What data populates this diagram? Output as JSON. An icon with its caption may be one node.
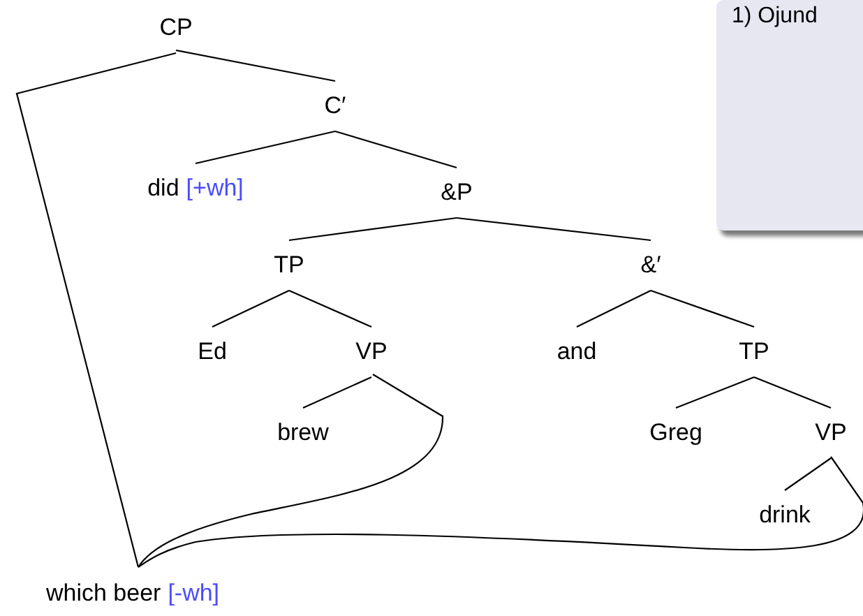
{
  "diagram": {
    "nodes": [
      {
        "text": [
          "CP"
        ]
      },
      {
        "text": [
          "C′"
        ]
      },
      {
        "text": [
          "did",
          "[+wh]"
        ]
      },
      {
        "text": [
          "&P"
        ]
      },
      {
        "text": [
          "TP"
        ]
      },
      {
        "text": [
          "&′"
        ]
      },
      {
        "text": [
          "Ed"
        ]
      },
      {
        "text": [
          "VP"
        ]
      },
      {
        "text": [
          "and"
        ]
      },
      {
        "text": [
          "TP"
        ]
      },
      {
        "text": [
          "brew"
        ]
      },
      {
        "text": [
          "Greg"
        ]
      },
      {
        "text": [
          "VP"
        ]
      },
      {
        "text": [
          "drink"
        ]
      },
      {
        "text": [
          "which beer",
          "[-wh]"
        ]
      },
      {
        "text": [
          "1) Ojund"
        ]
      }
    ],
    "edges": [
      {
        "from": 0,
        "to": 14,
        "arrow": "none"
      },
      {
        "from": 0,
        "to": 1,
        "arrow": "none"
      },
      {
        "from": 1,
        "to": 2,
        "arrow": "none"
      },
      {
        "from": 1,
        "to": 3,
        "arrow": "none"
      },
      {
        "from": 3,
        "to": 4,
        "arrow": "none"
      },
      {
        "from": 3,
        "to": 5,
        "arrow": "none"
      },
      {
        "from": 4,
        "to": 6,
        "arrow": "none"
      },
      {
        "from": 4,
        "to": 7,
        "arrow": "none"
      },
      {
        "from": 5,
        "to": 8,
        "arrow": "none"
      },
      {
        "from": 5,
        "to": 9,
        "arrow": "none"
      },
      {
        "from": 7,
        "to": 10,
        "arrow": "none"
      },
      {
        "from": 7,
        "to": 14,
        "arrow": "none"
      },
      {
        "from": 9,
        "to": 11,
        "arrow": "none"
      },
      {
        "from": 9,
        "to": 12,
        "arrow": "none"
      },
      {
        "from": 12,
        "to": 13,
        "arrow": "none"
      },
      {
        "from": 12,
        "to": 14,
        "arrow": "none"
      }
    ]
  }
}
